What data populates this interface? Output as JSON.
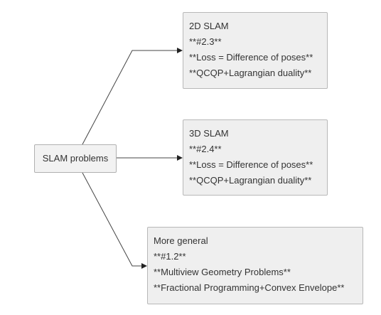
{
  "root": {
    "label": "SLAM problems"
  },
  "children": [
    {
      "lines": [
        "2D SLAM",
        "**#2.3**",
        "**Loss = Difference of poses**",
        "**QCQP+Lagrangian duality**"
      ]
    },
    {
      "lines": [
        "3D SLAM",
        "**#2.4**",
        "**Loss = Difference of poses**",
        "**QCQP+Lagrangian duality**"
      ]
    },
    {
      "lines": [
        "More general",
        "**#1.2**",
        "**Multiview Geometry Problems**",
        "**Fractional Programming+Convex Envelope**"
      ]
    }
  ],
  "colors": {
    "node_fill": "#efefef",
    "node_border": "#b8b8b8",
    "edge": "#333333",
    "text": "#333333"
  }
}
